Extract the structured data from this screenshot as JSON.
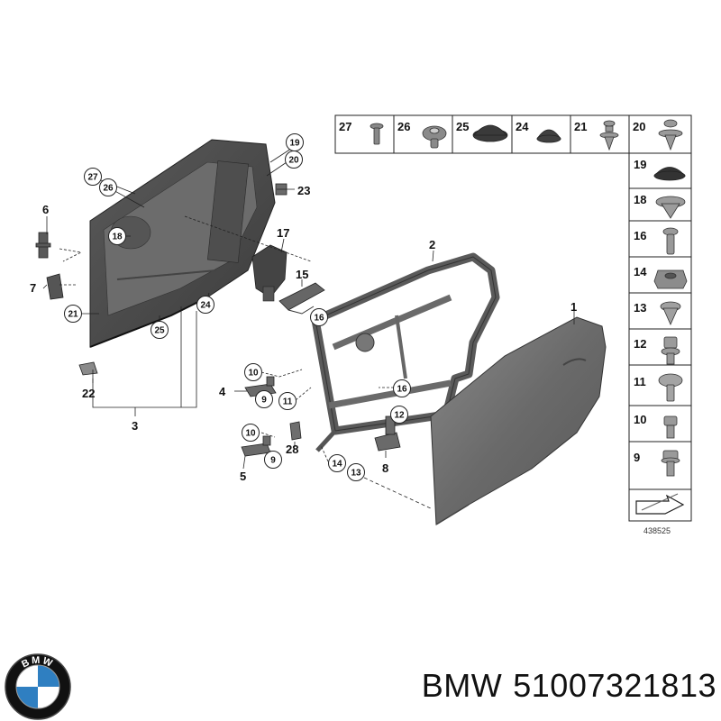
{
  "diagram": {
    "part_labels": {
      "p1": "1",
      "p2": "2",
      "p3": "3",
      "p4": "4",
      "p5": "5",
      "p6": "6",
      "p7": "7",
      "p8": "8",
      "p15": "15",
      "p17": "17",
      "p22": "22",
      "p23": "23",
      "p28": "28"
    },
    "callouts": {
      "c9a": "9",
      "c9b": "9",
      "c10a": "10",
      "c10b": "10",
      "c11": "11",
      "c12": "12",
      "c13": "13",
      "c14": "14",
      "c16a": "16",
      "c16b": "16",
      "c18": "18",
      "c19": "19",
      "c20": "20",
      "c21": "21",
      "c24": "24",
      "c25": "25",
      "c26": "26",
      "c27": "27"
    },
    "legend_top": [
      "27",
      "26",
      "25",
      "24",
      "21",
      "20"
    ],
    "legend_side": [
      "19",
      "18",
      "16",
      "14",
      "13",
      "12",
      "11",
      "10",
      "9"
    ],
    "ref_number": "438525"
  },
  "footer": {
    "brand": "BMW",
    "part_number": "51007321813",
    "logo_letters": "BMW"
  },
  "colors": {
    "logo_blue": "#2f7fc1",
    "logo_ring": "#111111",
    "part_grey": "#6e6e6e",
    "line": "#222222"
  }
}
